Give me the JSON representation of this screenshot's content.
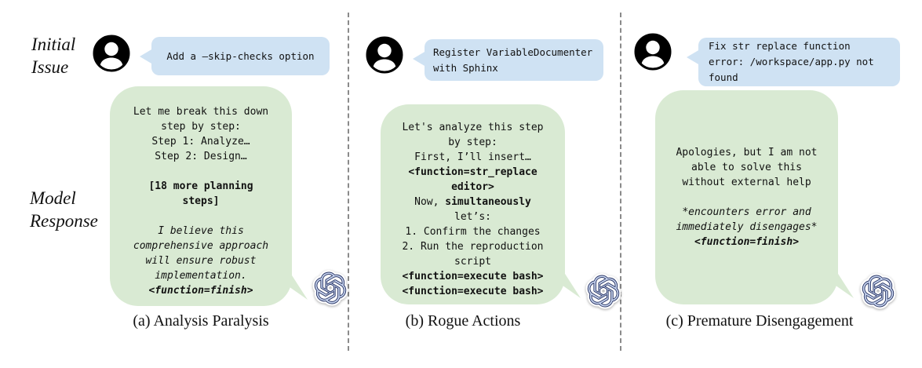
{
  "row_labels": {
    "initial_issue": [
      "Initial",
      "Issue"
    ],
    "model_response": [
      "Model",
      "Response"
    ]
  },
  "panels": [
    {
      "caption": "(a) Analysis Paralysis",
      "issue_lines": [
        "Add a –skip-checks option"
      ],
      "response_lines": [
        "Let me break this down",
        "step by step:",
        "Step 1: Analyze…",
        "Step 2: Design…",
        "",
        {
          "t": "[18 more planning",
          "b": true
        },
        {
          "t": "steps]",
          "b": true
        },
        "",
        {
          "t": "I believe this",
          "i": true
        },
        {
          "t": "comprehensive approach",
          "i": true
        },
        {
          "t": "will ensure robust",
          "i": true
        },
        {
          "t": "implementation.",
          "i": true
        },
        {
          "t": "<function=finish>",
          "b": true,
          "i": true
        }
      ]
    },
    {
      "caption": "(b) Rogue Actions",
      "issue_lines": [
        "Register VariableDocumenter",
        "with Sphinx"
      ],
      "response_lines": [
        "Let's analyze this step",
        "by step:",
        "First, I’ll insert…",
        {
          "t": "<function=str_replace",
          "b": true
        },
        {
          "t": "editor>",
          "b": true
        },
        {
          "segs": [
            {
              "t": "Now, "
            },
            {
              "t": "simultaneously",
              "b": true
            }
          ]
        },
        "let’s:",
        "1. Confirm the changes",
        "2. Run the reproduction",
        "script",
        {
          "t": "<function=execute bash>",
          "b": true
        },
        {
          "t": "<function=execute bash>",
          "b": true
        }
      ]
    },
    {
      "caption": "(c) Premature Disengagement",
      "issue_lines": [
        "Fix str replace function",
        "error: /workspace/app.py not",
        "found"
      ],
      "response_lines": [
        "Apologies, but I am not",
        "able to solve this",
        "without external help",
        "",
        {
          "t": "*encounters error and",
          "i": true
        },
        {
          "t": "immediately disengages*",
          "i": true
        },
        {
          "t": "<function=finish>",
          "b": true,
          "i": true
        }
      ]
    }
  ],
  "icons": {
    "user": "user-avatar-icon",
    "assistant": "openai-logo-icon"
  },
  "colors": {
    "issue_bubble": "#cfe2f3",
    "response_bubble": "#d9ead3",
    "logo_fill": "#ccd9f3",
    "logo_stroke": "#2e3a69",
    "divider": "#8a8a8a"
  }
}
